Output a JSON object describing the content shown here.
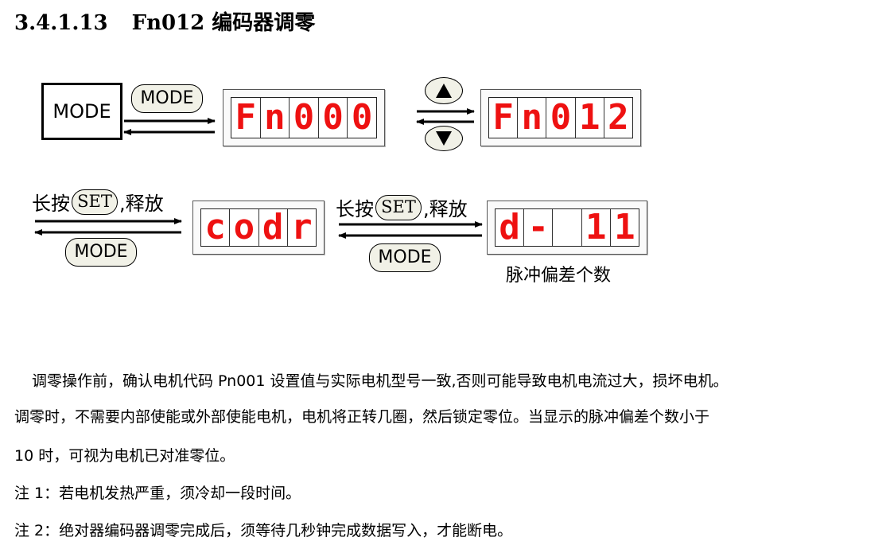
{
  "title": {
    "number": "3.4.1.13",
    "text": "Fn012 编码器调零"
  },
  "diagram": {
    "mode_box": "MODE",
    "mode_pill": "MODE",
    "set_pill": "SET",
    "long_press": "长按",
    "release": ",释放",
    "displays": [
      {
        "cells": [
          "F",
          "n",
          "0",
          "0",
          "0"
        ]
      },
      {
        "cells": [
          "F",
          "n",
          "0",
          "1",
          "2"
        ]
      },
      {
        "cells": [
          "c",
          "o",
          "d",
          "r"
        ]
      },
      {
        "cells": [
          "d",
          "-",
          "",
          "1",
          "1"
        ]
      }
    ],
    "up_icon": "triangle-up-icon",
    "down_icon": "triangle-down-icon",
    "caption": "脉冲偏差个数"
  },
  "paragraphs": [
    "调零操作前，确认电机代码 Pn001 设置值与实际电机型号一致,否则可能导致电机电流过大，损坏电机。",
    "调零时，不需要内部使能或外部使能电机，电机将正转几圈，然后锁定零位。当显示的脉冲偏差个数小于",
    "10 时，可视为电机已对准零位。",
    "注 1：若电机发热严重，须冷却一段时间。",
    "注 2：绝对器编码器调零完成后，须等待几秒钟完成数据写入，才能断电。"
  ]
}
